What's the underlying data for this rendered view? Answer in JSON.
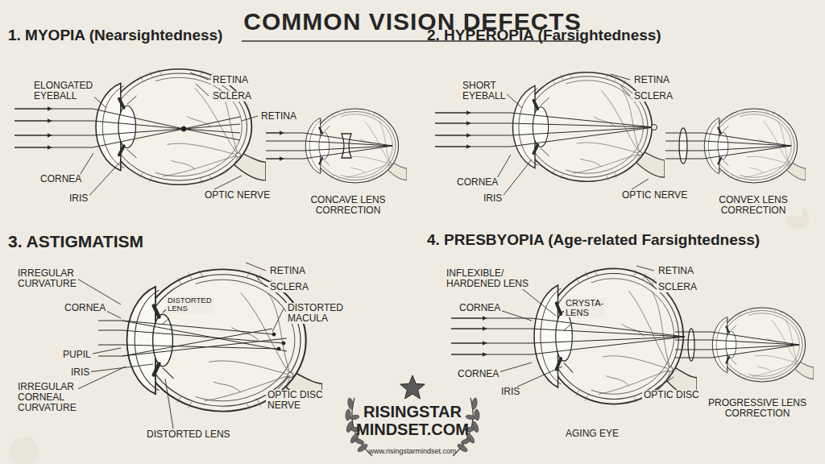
{
  "diagram": {
    "title": "COMMON VISION DEFECTS",
    "labels": [
      "1. MYOPIA (Nearsightedness)",
      "ELONGATED EYEBALL",
      "RETINA",
      "SCLERA",
      "RETINA",
      "CORNEA",
      "IRIS",
      "OPTIC NERVE",
      "CONCAVE LENS CORRECTION",
      "2. HYPEROPIA (Farsightedness)",
      "SHORT EYEBALL",
      "RETINA",
      "SCLERA",
      "CORNEA",
      "IRIS",
      "OPTIC NERVE",
      "CONVEX LENS CORRECTION",
      "3. ASTIGMATISM",
      "IRREGULAR CURVATURE",
      "RETINA",
      "DISTORTED LENS",
      "SCLERA",
      "CORNEA",
      "DISTORTED MACULA",
      "PUPIL",
      "IRIS",
      "IRREGULAR CORNEAL CURVATURE",
      "OPTIC DISC NERVE",
      "DISTORTED LENS",
      "4. PRESBYOPIA (Age-related Farsightedness)",
      "INFLEXIBLE/ HARDENED LENS",
      "RETINA",
      "SCLERA",
      "CRYSTA- LENS",
      "CORNEA",
      "CORNEA",
      "IRIS",
      "OPTIC DISC",
      "PROGRESSIVE LENS CORRECTION",
      "AGING EYE",
      "RISINGSTAR MINDSET.COM",
      "www.risingstarmindset.com"
    ]
  }
}
